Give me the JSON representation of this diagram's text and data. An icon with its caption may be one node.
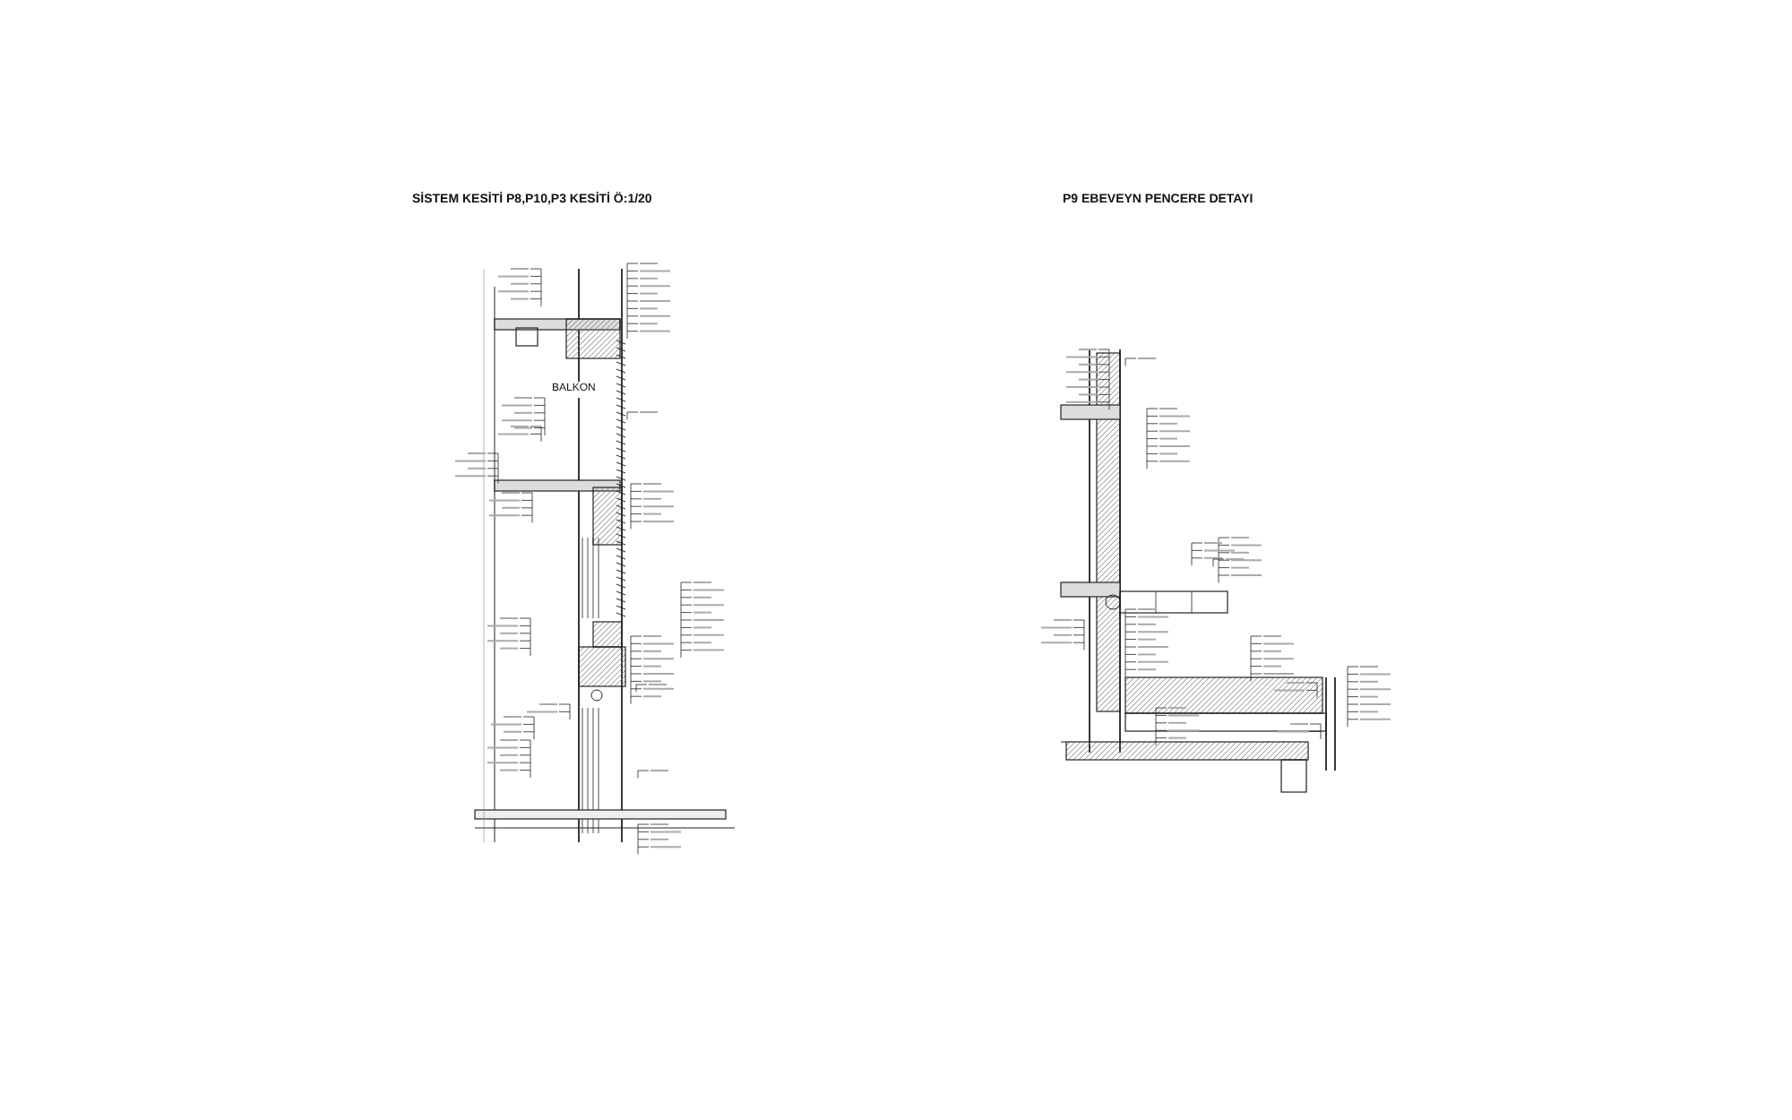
{
  "diagram": {
    "labels": [
      "SİSTEM KESİTİ P8,P10,P3 KESİTİ Ö:1/20",
      "P9 EBEVEYN PENCERE DETAYI",
      "BALKON"
    ]
  }
}
